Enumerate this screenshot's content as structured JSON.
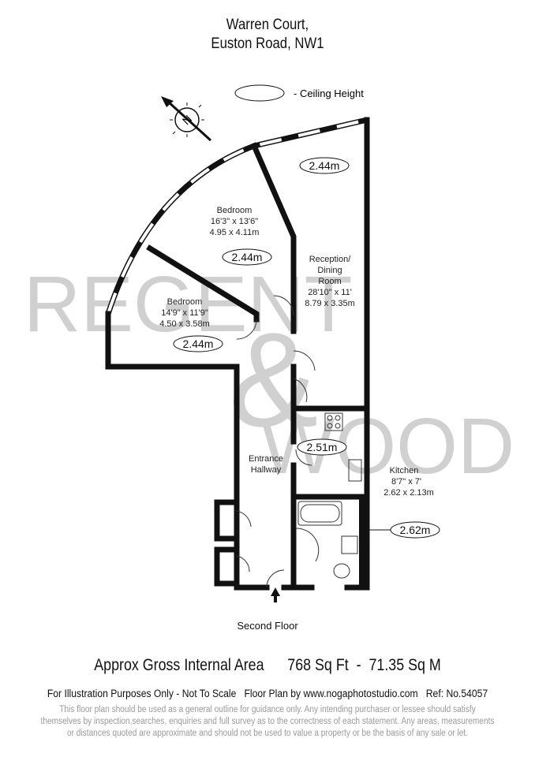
{
  "title": {
    "line1": "Warren Court,",
    "line2": "Euston Road, NW1"
  },
  "legend": {
    "ceiling_height_label": "- Ceiling Height"
  },
  "compass": {
    "letter": "N"
  },
  "watermark": {
    "line1": "REGENT",
    "amp": "&",
    "line2": "WOOD"
  },
  "rooms": [
    {
      "name": "Bedroom",
      "imperial": "16'3\" x 13'6\"",
      "metric": "4.95 x 4.11m",
      "ceiling": "2.44m"
    },
    {
      "name": "Bedroom",
      "imperial": "14'9\" x 11'9\"",
      "metric": "4.50 x 3.58m",
      "ceiling": "2.44m"
    },
    {
      "name_line1": "Reception/",
      "name_line2": "Dining",
      "name_line3": "Room",
      "imperial": "28'10\" x 11'",
      "metric": "8.79 x 3.35m",
      "ceiling": "2.44m"
    },
    {
      "name": "Kitchen",
      "imperial": "8'7\" x 7'",
      "metric": "2.62 x 2.13m",
      "ceiling": "2.51m"
    },
    {
      "name_line1": "Entrance",
      "name_line2": "Hallway"
    },
    {
      "ceiling": "2.62m"
    }
  ],
  "floor_label": "Second Floor",
  "area": "Approx Gross Internal Area      768 Sq Ft  -  71.35 Sq M",
  "illustration": "For Illustration Purposes Only - Not To Scale   Floor Plan by www.nogaphotostudio.com   Ref: No.54057",
  "disclaimer": {
    "line1": "This floor plan should be used as a general outline for guidance only. Any intending purchaser or lessee should satisfy",
    "line2": "themselves by inspection,searches, enquiries and full survey as to the correctness of each statement. Any areas, measurements",
    "line3": "or distances quoted are approximate and should not be used to value a property or be the basis of any sale or let."
  }
}
